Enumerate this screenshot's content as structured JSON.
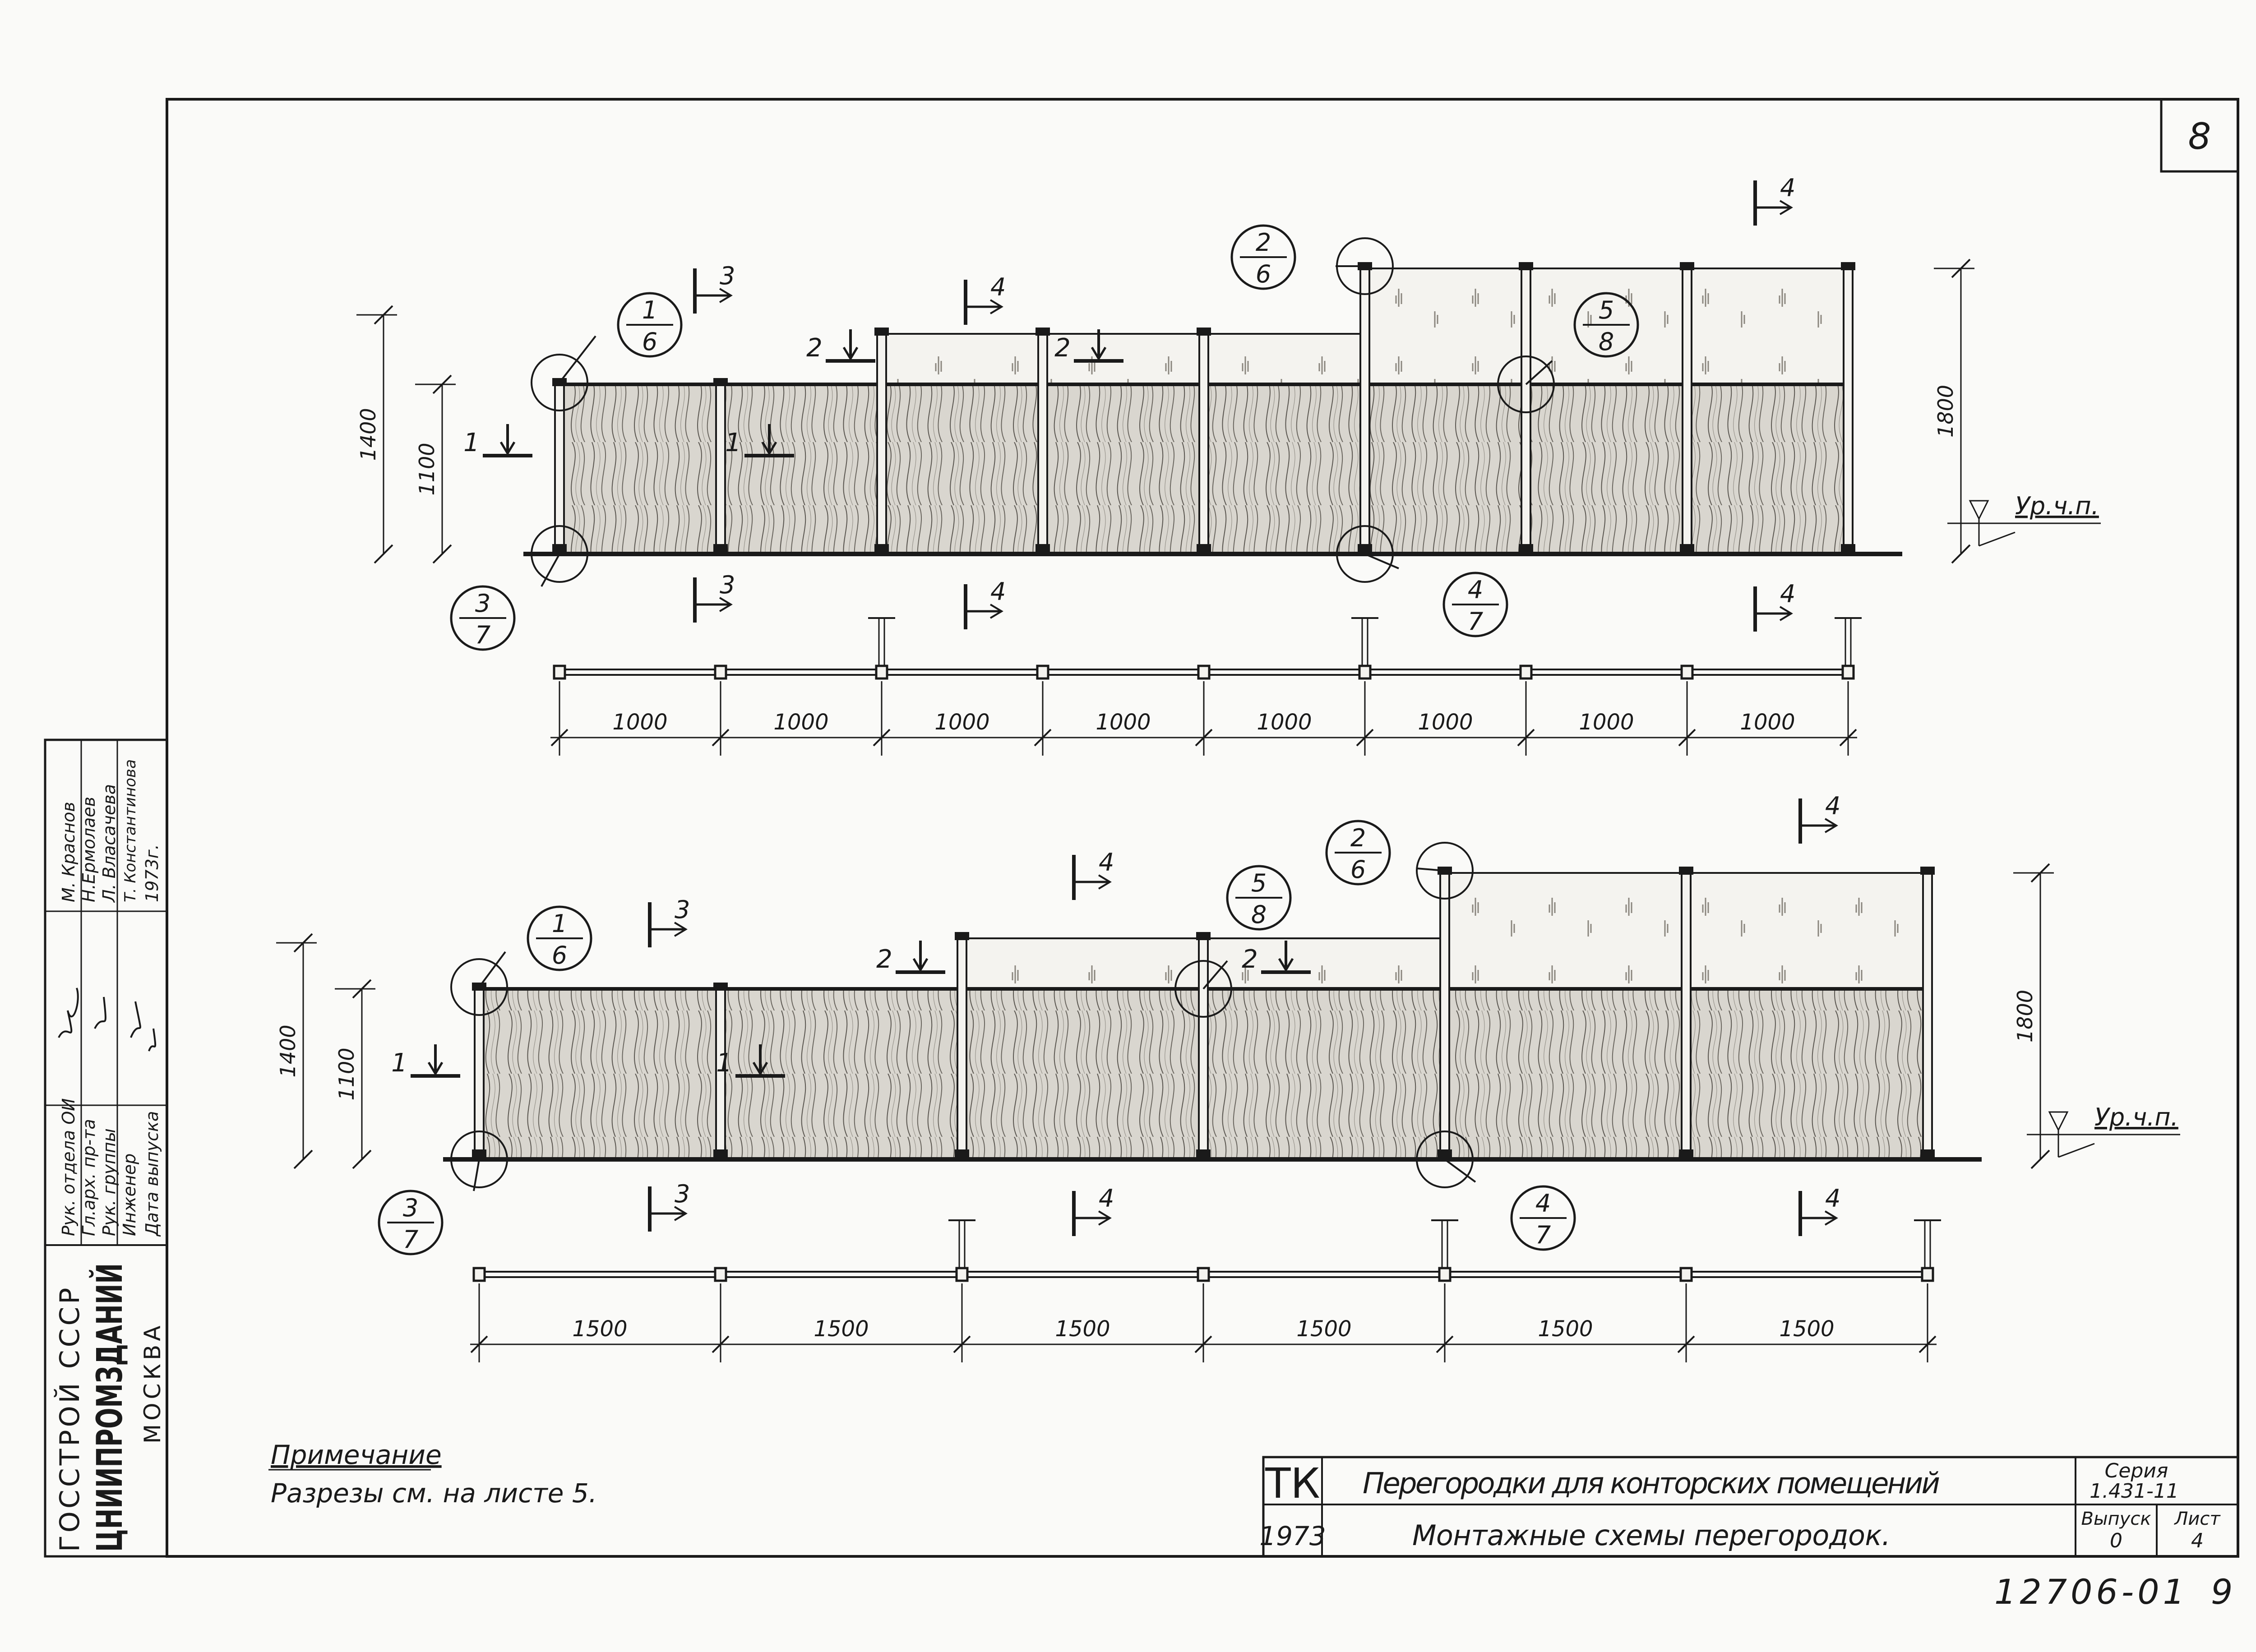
{
  "sheet_number": "8",
  "page_number_bottom": "9",
  "archive_number": "12706-01",
  "common": {
    "level_mark": "Ур.ч.п.",
    "dim_1400": "1400",
    "dim_1100": "1100",
    "dim_1800": "1800"
  },
  "callouts": {
    "c1_top": "1",
    "c1_bot": "6",
    "c2_top": "2",
    "c2_bot": "6",
    "c3_top": "3",
    "c3_bot": "7",
    "c4_top": "4",
    "c4_bot": "7",
    "c5_top": "5",
    "c5_bot": "8"
  },
  "section_marks": {
    "s1": "1",
    "s2": "2",
    "s3": "3",
    "s4": "4"
  },
  "elevation_top": {
    "spans": [
      "1000",
      "1000",
      "1000",
      "1000",
      "1000",
      "1000",
      "1000",
      "1000"
    ]
  },
  "elevation_bottom": {
    "spans": [
      "1500",
      "1500",
      "1500",
      "1500",
      "1500",
      "1500"
    ]
  },
  "note": {
    "heading": "Примечание",
    "text": "Разрезы см. на листе 5."
  },
  "side_stamp": {
    "org_line1": "ГОССТРОЙ СССР",
    "org_line2": "ЦНИИПРОМЗДАНИЙ",
    "org_line3": "МОСКВА",
    "rows": [
      {
        "role": "Рук. отдела ОИ",
        "sign": "",
        "name": "М. Краснов"
      },
      {
        "role": "Гл.арх. пр-та",
        "sign": "",
        "name": "Н.Ермолаев"
      },
      {
        "role": "Рук. группы",
        "sign": "",
        "name": "Л. Власачева"
      },
      {
        "role": "Инженер",
        "sign": "",
        "name": "Т. Константинова"
      },
      {
        "role": "Дата выпуска",
        "sign": "",
        "name": "1973г."
      }
    ]
  },
  "title_block": {
    "code": "ТК",
    "year": "1973",
    "title": "Перегородки для конторских помещений",
    "subtitle": "Монтажные схемы перегородок.",
    "series_label": "Серия",
    "series_value": "1.431-11",
    "issue_label": "Выпуск",
    "issue_value": "0",
    "sheet_label": "Лист",
    "sheet_value": "4"
  }
}
